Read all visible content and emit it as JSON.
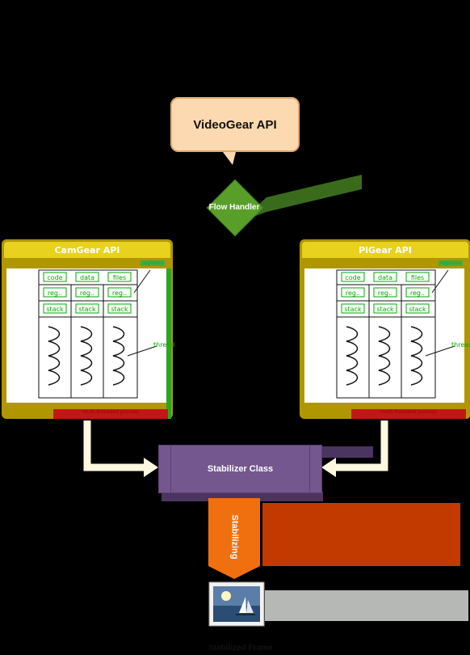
{
  "videogear": {
    "label": "VideoGear API"
  },
  "flow_handler": {
    "label": "Flow Handler"
  },
  "camgear": {
    "title": "CamGear API",
    "registers_tag": "registers",
    "thread_label": "thread",
    "processes_tag": "multi-threaded process"
  },
  "pigear": {
    "title": "PiGear API",
    "registers_tag": "registers",
    "thread_label": "thread",
    "processes_tag": "multi-threaded process"
  },
  "thread_cells": {
    "row1": [
      "code",
      "data",
      "files"
    ],
    "row2": [
      "reg..",
      "reg..",
      "reg.."
    ],
    "row3": [
      "stack",
      "stack",
      "stack"
    ]
  },
  "stabilizer": {
    "label": "Stabilizer Class"
  },
  "stabilizing": {
    "label": "Stabilizing"
  },
  "output": {
    "label": "Stabilized Frame"
  },
  "colors": {
    "bubble": "#fcd9b0",
    "flow_handler": "#5a9e2a",
    "panel": "#e8d21d",
    "stabilizer": "#75578f",
    "stabilizing": "#f07010",
    "arrow": "#fff8e0"
  }
}
